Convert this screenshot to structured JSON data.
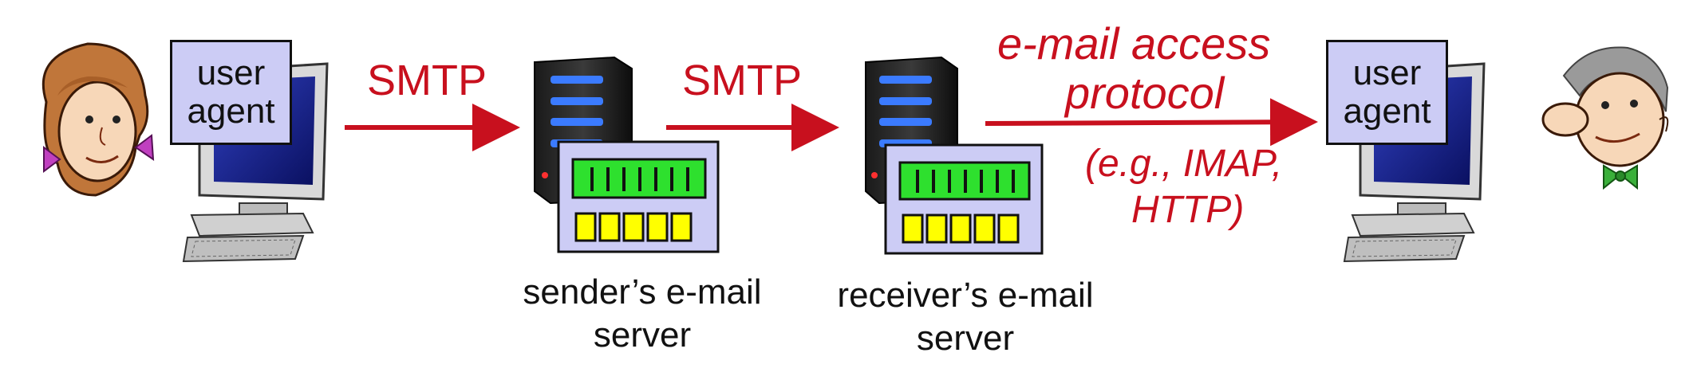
{
  "diagram": {
    "protocols": {
      "smtp_first": "SMTP",
      "smtp_second": "SMTP",
      "access_line1": "e-mail access",
      "access_line2": "protocol",
      "examples_line1": "(e.g., IMAP,",
      "examples_line2": "HTTP)"
    },
    "sender_agent": {
      "line1": "user",
      "line2": "agent"
    },
    "receiver_agent": {
      "line1": "user",
      "line2": "agent"
    },
    "sender_server": {
      "line1": "sender’s e-mail",
      "line2": "server"
    },
    "receiver_server": {
      "line1": "receiver’s e-mail",
      "line2": "server"
    },
    "colors": {
      "arrow": "#c8101e",
      "agent_box": "#ccccf5",
      "server_panel": "#ccccf5",
      "display": "#2ee02e",
      "mailbox": "#ffff00"
    },
    "icons": [
      "sender-person-icon",
      "desktop-computer-icon",
      "server-tower-icon",
      "mail-server-panel-icon",
      "receiver-person-icon"
    ]
  }
}
